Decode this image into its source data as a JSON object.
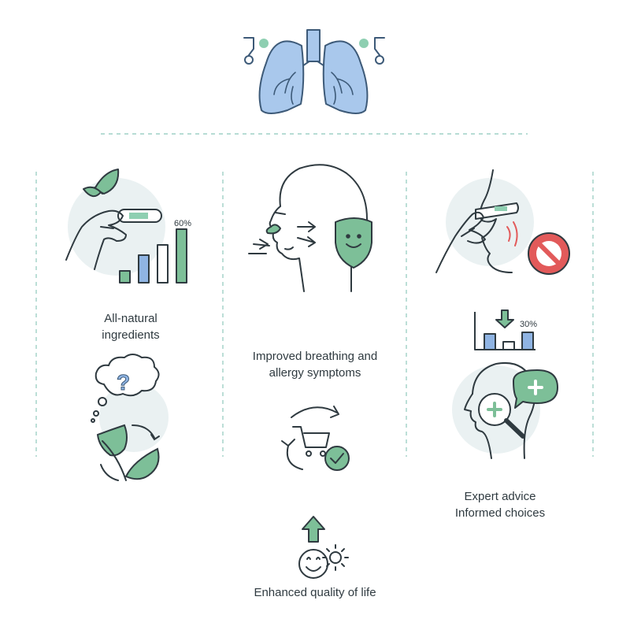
{
  "colors": {
    "line": "#2f3a40",
    "lung_fill": "#a9c8ec",
    "lung_stroke": "#3d5a78",
    "green": "#7dbf98",
    "green_dark": "#3f7d5c",
    "blue_bar": "#8fb4e3",
    "soft_circle": "#eaf1f2",
    "divider": "#9fd1c6",
    "red": "#e25a5a",
    "teal_accent": "#8ecfb1"
  },
  "icons": {
    "top": "lungs-icon",
    "left_1": "hand-holding-test-strip-icon",
    "left_2": "thought-bubble-question-icon",
    "left_3": "leaves-cycle-icon",
    "center_1": "face-breathing-icon",
    "center_2": "shopping-cart-cycle-icon",
    "right_1": "nasal-strip-no-symbol-icon",
    "right_2": "bar-decrease-icon",
    "right_3": "head-magnifier-advice-icon",
    "bottom": "smiley-sun-icon"
  },
  "labels": {
    "left_line1": "All-natural",
    "left_line2": "ingredients",
    "center_line1": "Improved breathing and",
    "center_line2": "allergy symptoms",
    "right_line1": "Expert advice",
    "right_line2": "Informed choices",
    "bottom": "Enhanced quality of life"
  },
  "stats": {
    "left_percent": "60%",
    "left_bars": [
      0.18,
      0.42,
      0.6,
      0.88
    ],
    "right_percent": "30%",
    "right_bars": [
      0.7,
      0.35,
      0.75
    ]
  }
}
